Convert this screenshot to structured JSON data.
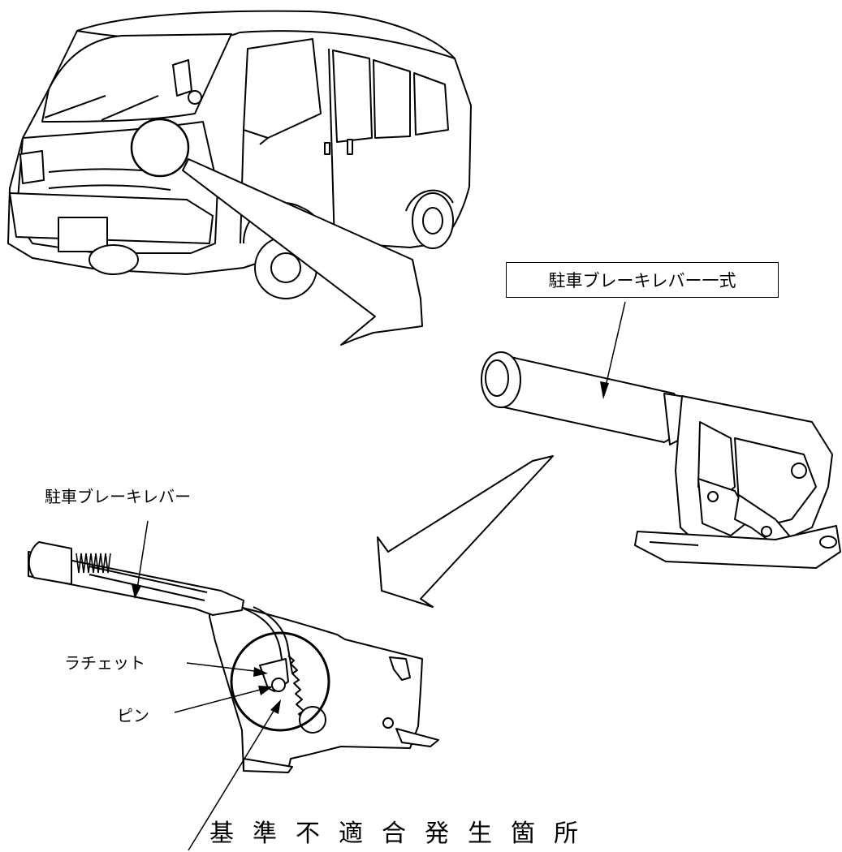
{
  "labels": {
    "assembly": "駐車ブレーキレバー一式",
    "lever": "駐車ブレーキレバー",
    "ratchet": "ラチェット",
    "pin": "ピン",
    "title": "基準不適合発生箇所"
  },
  "colors": {
    "line": "#000000",
    "background": "#ffffff",
    "shade": "#8a8a8a"
  },
  "icons": [
    "van-illustration",
    "parking-brake-assembly-illustration",
    "lever-cutaway-illustration",
    "zoom-arrow-icon"
  ]
}
